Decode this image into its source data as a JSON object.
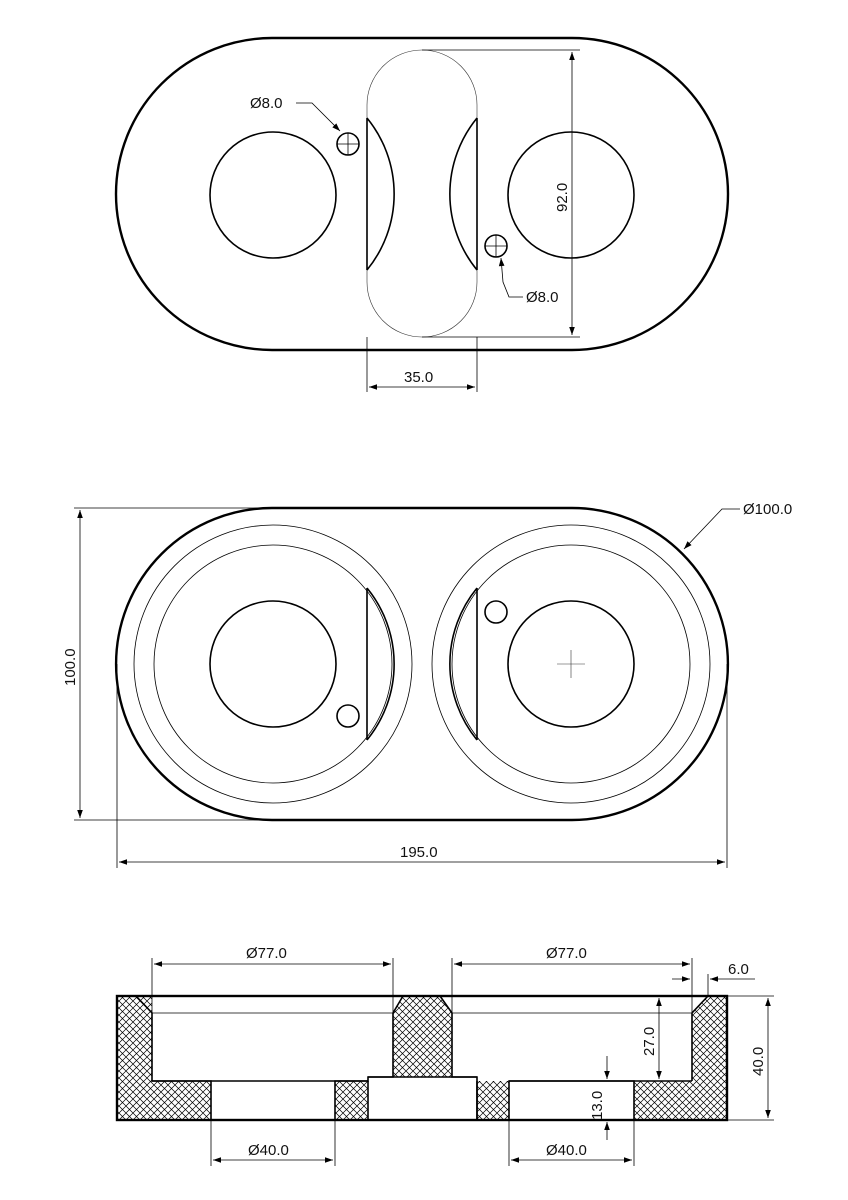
{
  "colors": {
    "line": "#000000",
    "background": "#ffffff",
    "hatch": "#000000"
  },
  "top_view": {
    "slot_width_label": "35.0",
    "slot_height_label": "92.0",
    "hole_left_label": "Ø8.0",
    "hole_right_label": "Ø8.0"
  },
  "middle_view": {
    "overall_width_label": "195.0",
    "overall_height_label": "100.0",
    "end_diameter_label": "Ø100.0"
  },
  "section_view": {
    "left_bore_label": "Ø77.0",
    "right_bore_label": "Ø77.0",
    "chamfer_label": "6.0",
    "pocket_depth_label": "27.0",
    "total_height_label": "40.0",
    "step_height_label": "13.0",
    "left_hole_label": "Ø40.0",
    "right_hole_label": "Ø40.0"
  }
}
